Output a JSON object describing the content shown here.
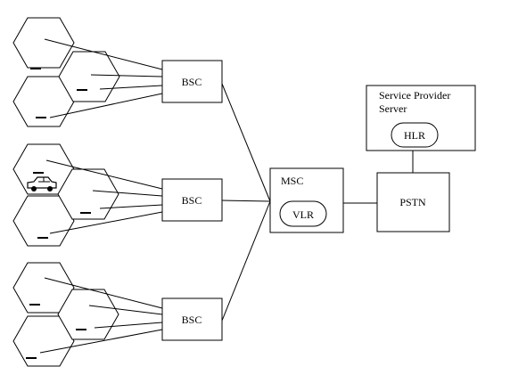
{
  "diagram": {
    "bsc_label": "BSC",
    "msc_label": "MSC",
    "vlr_label": "VLR",
    "pstn_label": "PSTN",
    "server_label_line1": "Service Provider",
    "server_label_line2": "Server",
    "hlr_label": "HLR",
    "cell_count": 9,
    "icons": [
      "cell-tower-icon",
      "car-icon"
    ]
  }
}
